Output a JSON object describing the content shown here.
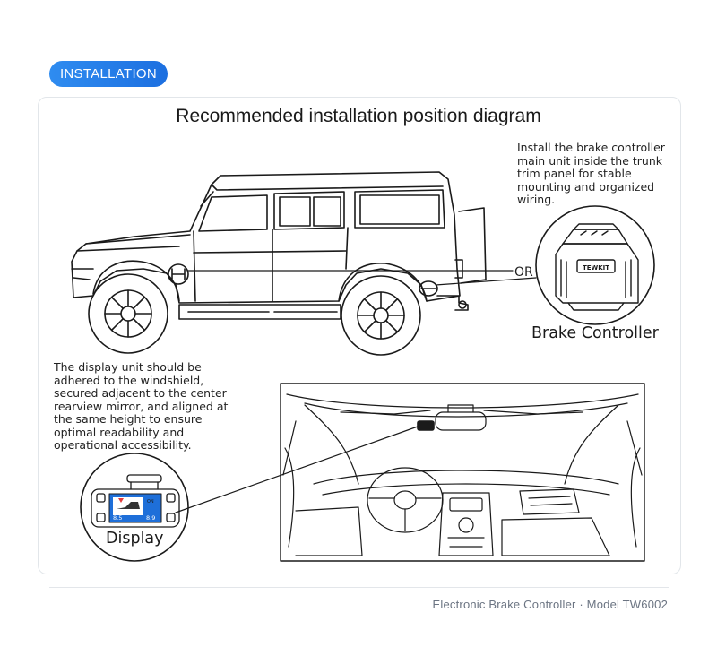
{
  "badge": {
    "label": "INSTALLATION",
    "color": "#1f78e8"
  },
  "diagram": {
    "title": "Recommended installation position diagram",
    "trunk_note": "Install the brake controller main unit inside the trunk trim panel for stable mounting and organized wiring.",
    "or_label": "OR",
    "brake_controller_label": "Brake Controller",
    "brake_controller_brand": "TEWKIT",
    "display_note": "The display unit should be adhered to the windshield, secured adjacent to the center rearview mirror, and aligned at the same height to ensure optimal readability and operational accessibility.",
    "display_label": "Display",
    "display_screen": {
      "left_value": "8.5",
      "right_value": "8.9",
      "top_right": "ON"
    }
  },
  "footer": {
    "text": "Electronic Brake Controller · Model TW6002"
  },
  "icons": [
    "suv-outline",
    "brake-controller-unit",
    "car-interior-dashboard",
    "display-unit"
  ]
}
